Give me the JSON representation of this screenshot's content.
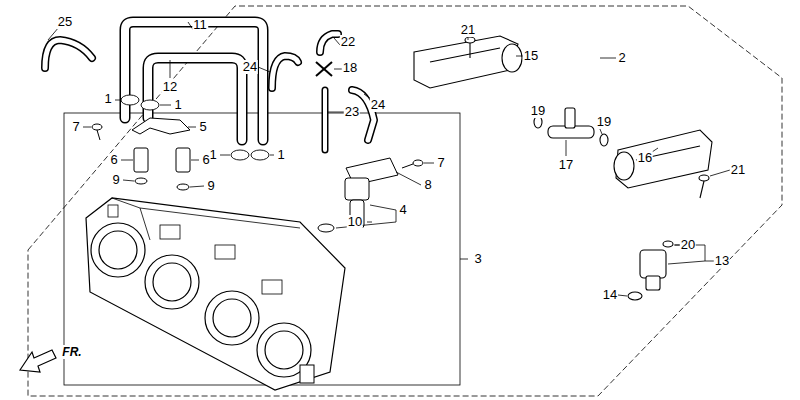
{
  "diagram": {
    "labels": [
      "25",
      "11",
      "22",
      "12",
      "24",
      "18",
      "24",
      "23",
      "1",
      "1",
      "7",
      "5",
      "1",
      "1",
      "6",
      "6",
      "9",
      "9",
      "7",
      "8",
      "4",
      "10",
      "3",
      "21",
      "15",
      "2",
      "19",
      "19",
      "17",
      "16",
      "21",
      "20",
      "13",
      "14",
      "FR."
    ]
  }
}
